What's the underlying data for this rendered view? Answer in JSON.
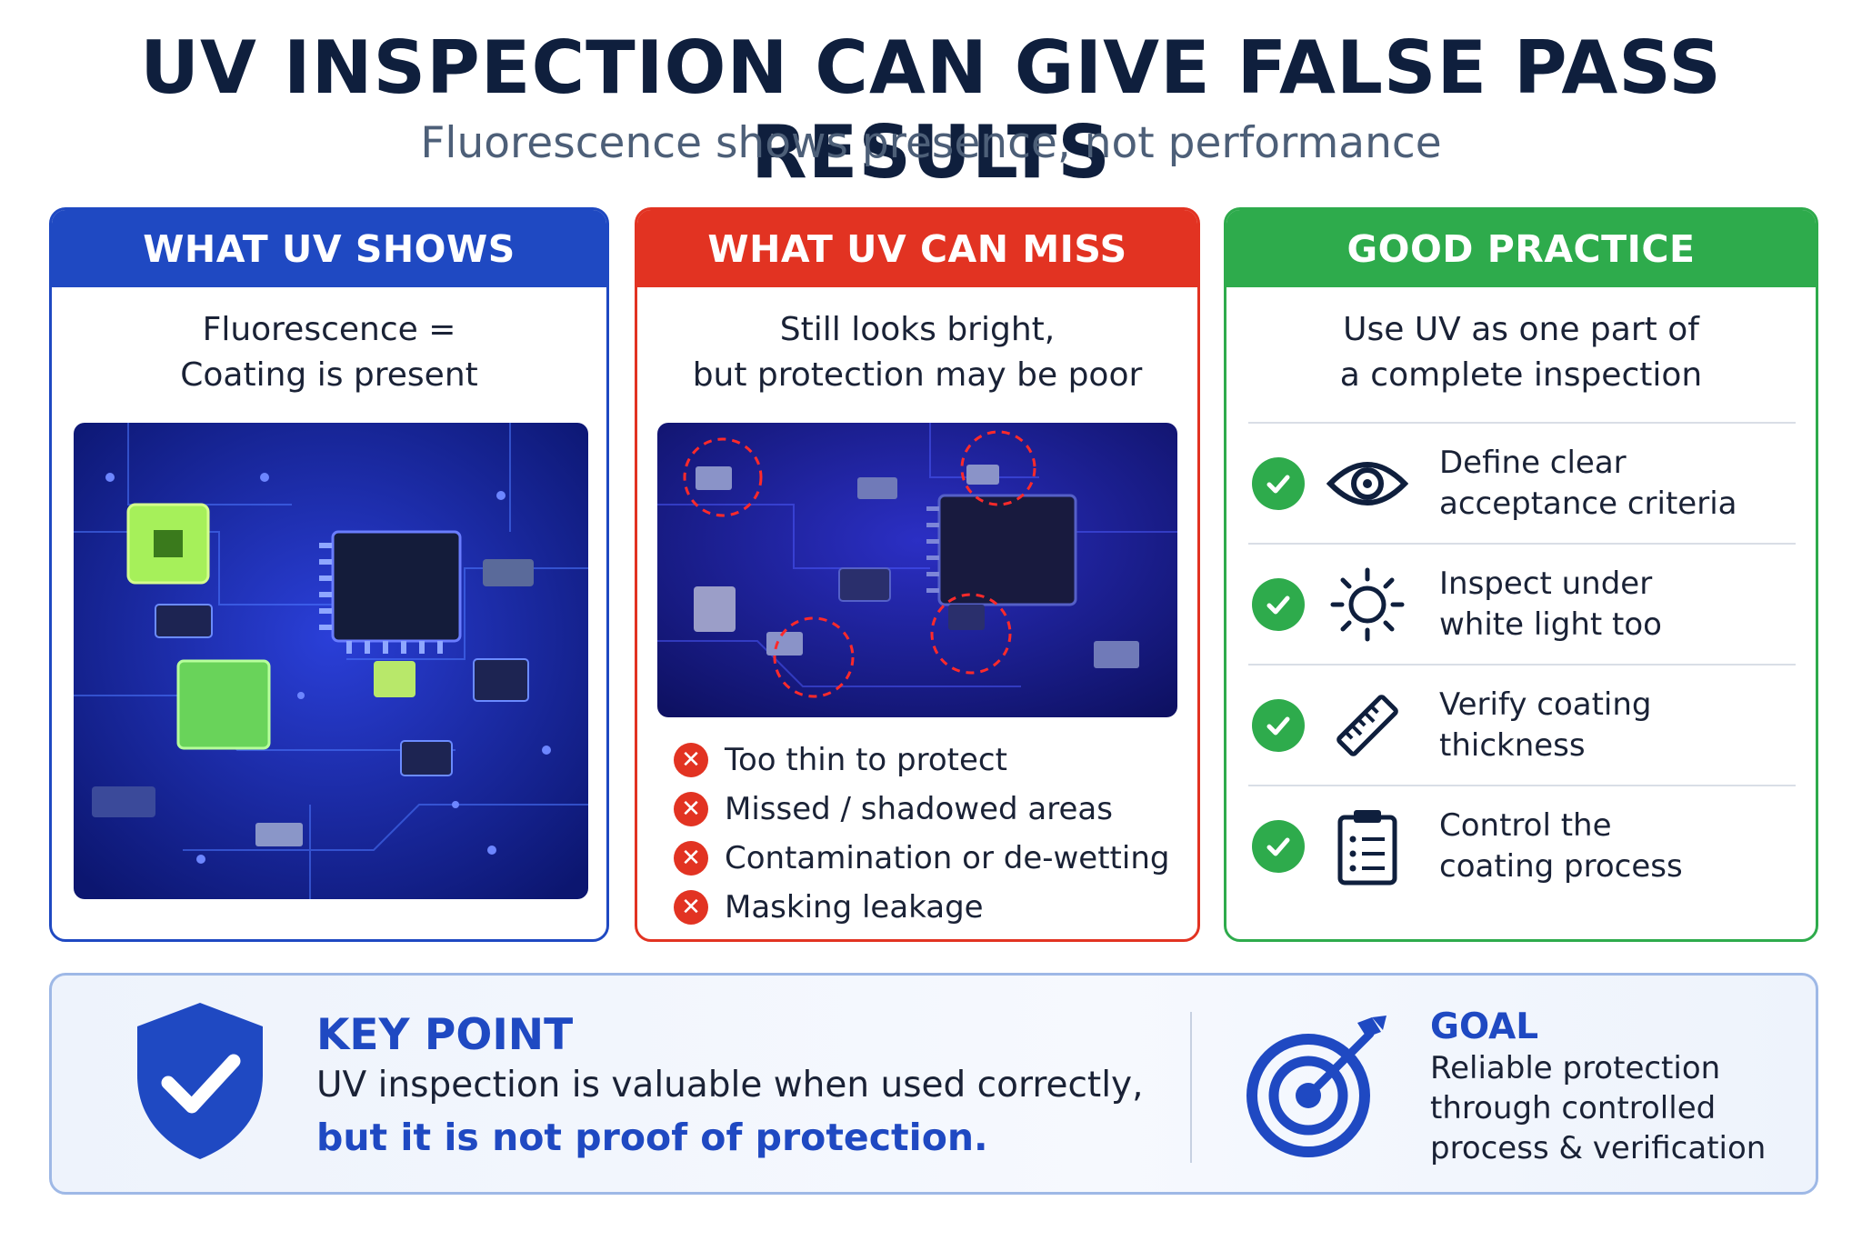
{
  "header": {
    "title": "UV INSPECTION CAN GIVE FALSE PASS RESULTS",
    "subtitle": "Fluorescence shows presence, not performance"
  },
  "colors": {
    "blue": "#1f49c2",
    "red": "#e23322",
    "green": "#2eab4c",
    "navy": "#0f1f3d"
  },
  "shows": {
    "heading": "WHAT UV SHOWS",
    "line1": "Fluorescence =",
    "line2": "Coating is present",
    "image_icon": "pcb-uv-photo"
  },
  "miss": {
    "heading": "WHAT UV CAN MISS",
    "line1": "Still looks bright,",
    "line2": "but protection may be poor",
    "image_icon": "pcb-uv-photo-with-defect-circles",
    "items": [
      "Too thin to protect",
      "Missed / shadowed areas",
      "Contamination or de-wetting",
      "Masking leakage"
    ]
  },
  "good": {
    "heading": "GOOD PRACTICE",
    "line1": "Use UV as one part of",
    "line2": "a complete inspection",
    "items": [
      {
        "text": "Define clear\nacceptance criteria",
        "icon": "eye-icon"
      },
      {
        "text": "Inspect under\nwhite light too",
        "icon": "sun-icon"
      },
      {
        "text": "Verify coating\nthickness",
        "icon": "ruler-icon"
      },
      {
        "text": "Control the\ncoating process",
        "icon": "clipboard-icon"
      }
    ]
  },
  "key_point": {
    "title": "KEY POINT",
    "line1": "UV inspection is valuable when used correctly,",
    "line2": "but it is not proof of protection.",
    "icon": "shield-check-icon"
  },
  "goal": {
    "title": "GOAL",
    "text": "Reliable protection\nthrough controlled\nprocess & verification",
    "icon": "target-arrow-icon"
  }
}
